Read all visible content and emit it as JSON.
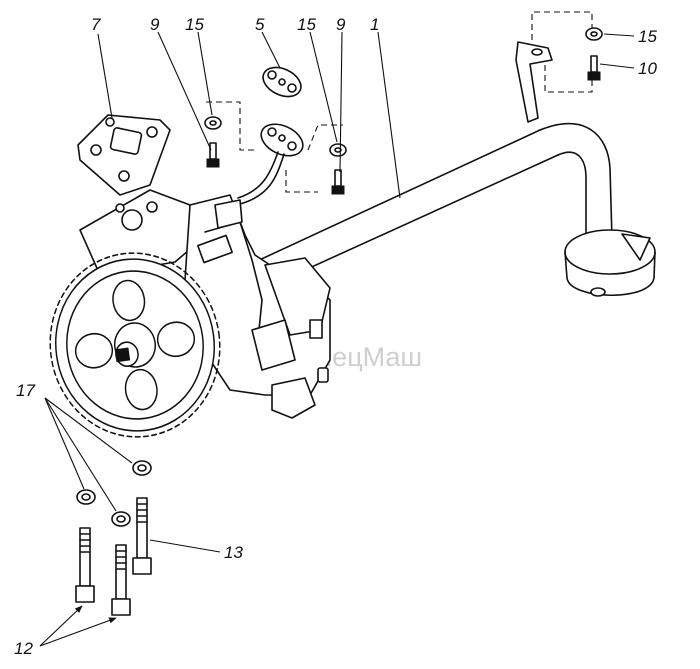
{
  "watermark": "СпецМаш",
  "callouts": {
    "c1": "1",
    "c5": "5",
    "c7": "7",
    "c9a": "9",
    "c9b": "9",
    "c10": "10",
    "c12": "12",
    "c13": "13",
    "c15a": "15",
    "c15b": "15",
    "c15c": "15",
    "c17": "17"
  }
}
